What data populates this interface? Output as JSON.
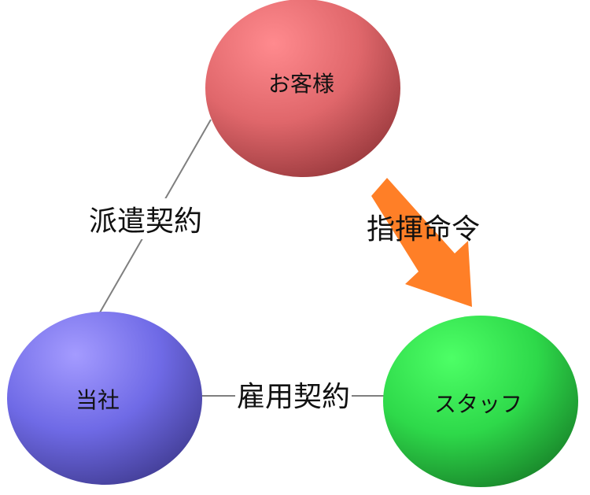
{
  "nodes": {
    "customer": {
      "label": "お客様",
      "color": "#d8585e"
    },
    "company": {
      "label": "当社",
      "color": "#6f6ae0"
    },
    "staff": {
      "label": "スタッフ",
      "color": "#2ed94a"
    }
  },
  "edges": {
    "dispatch_contract": "派遣契約",
    "employment_contract": "雇用契約",
    "command": "指揮命令"
  },
  "colors": {
    "arrow": "#ff7f27",
    "line": "#7f7f7f"
  }
}
